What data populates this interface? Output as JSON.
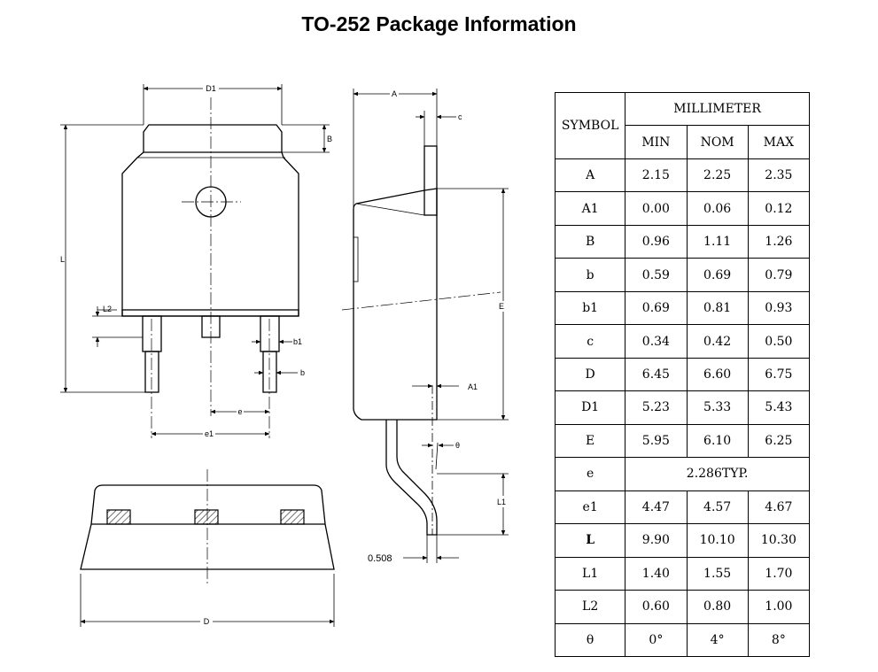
{
  "page": {
    "title": "TO-252 Package Information"
  },
  "drawing": {
    "labels": {
      "D1": "D1",
      "B": "B",
      "L": "L",
      "L2": "L2",
      "b1": "b1",
      "b": "b",
      "e": "e",
      "e1": "e1",
      "D": "D",
      "A": "A",
      "c": "c",
      "E": "E",
      "A1": "A1",
      "theta": "θ",
      "L1": "L1",
      "lead_thk": "0.508"
    }
  },
  "table": {
    "header": {
      "symbol": "SYMBOL",
      "unit": "MILLIMETER",
      "min": "MIN",
      "nom": "NOM",
      "max": "MAX"
    },
    "rows": [
      {
        "symbol": "A",
        "min": "2.15",
        "nom": "2.25",
        "max": "2.35"
      },
      {
        "symbol": "A1",
        "min": "0.00",
        "nom": "0.06",
        "max": "0.12"
      },
      {
        "symbol": "B",
        "min": "0.96",
        "nom": "1.11",
        "max": "1.26"
      },
      {
        "symbol": "b",
        "min": "0.59",
        "nom": "0.69",
        "max": "0.79"
      },
      {
        "symbol": "b1",
        "min": "0.69",
        "nom": "0.81",
        "max": "0.93"
      },
      {
        "symbol": "c",
        "min": "0.34",
        "nom": "0.42",
        "max": "0.50"
      },
      {
        "symbol": "D",
        "min": "6.45",
        "nom": "6.60",
        "max": "6.75"
      },
      {
        "symbol": "D1",
        "min": "5.23",
        "nom": "5.33",
        "max": "5.43"
      },
      {
        "symbol": "E",
        "min": "5.95",
        "nom": "6.10",
        "max": "6.25"
      },
      {
        "symbol": "e",
        "typ": "2.286TYP."
      },
      {
        "symbol": "e1",
        "min": "4.47",
        "nom": "4.57",
        "max": "4.67"
      },
      {
        "symbol": "L",
        "min": "9.90",
        "nom": "10.10",
        "max": "10.30"
      },
      {
        "symbol": "L1",
        "min": "1.40",
        "nom": "1.55",
        "max": "1.70"
      },
      {
        "symbol": "L2",
        "min": "0.60",
        "nom": "0.80",
        "max": "1.00"
      },
      {
        "symbol": "θ",
        "min": "0°",
        "nom": "4°",
        "max": "8°"
      }
    ]
  }
}
